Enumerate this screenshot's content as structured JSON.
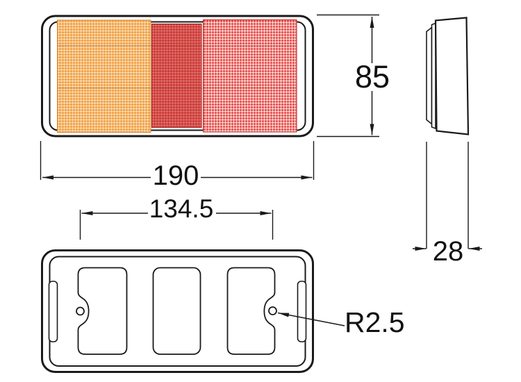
{
  "dimensions": {
    "width_mm": "190",
    "height_mm": "85",
    "hole_spacing_mm": "134.5",
    "depth_mm": "28",
    "hole_radius": "R2.5"
  },
  "colors": {
    "line": "#1a1a1a",
    "amber_base": "#EE9735",
    "amber_mesh": "#FFF3DF",
    "amber_edge": "#D9822B",
    "dark_red_base": "#C93231",
    "dark_red_mesh": "#F4AFA5",
    "dark_red_edge": "#A02020",
    "red_base": "#E23A36",
    "red_mesh": "#FFFFFF",
    "red_edge": "#C02B28",
    "background": "#FFFFFF"
  }
}
